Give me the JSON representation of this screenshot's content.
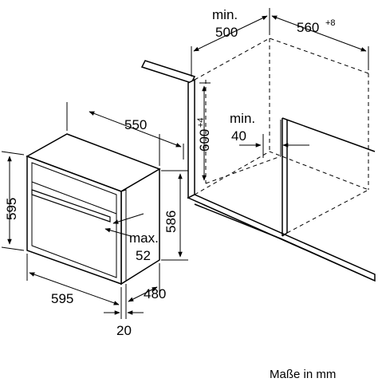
{
  "dimensions": {
    "top_min_label": "min.",
    "top_min_value": "500",
    "top_width_base": "560",
    "top_width_tolerance": "+8",
    "niche_height_base": "600",
    "niche_height_tolerance": "+4",
    "inner_min_label": "min.",
    "inner_min_value": "40",
    "oven_depth": "550",
    "front_height": "595",
    "body_height": "586",
    "handle_max_label": "max.",
    "handle_max_value": "52",
    "front_width": "595",
    "body_depth": "480",
    "front_thickness": "20"
  },
  "caption": "Maße in mm",
  "colors": {
    "stroke": "#000000",
    "background": "#ffffff"
  }
}
